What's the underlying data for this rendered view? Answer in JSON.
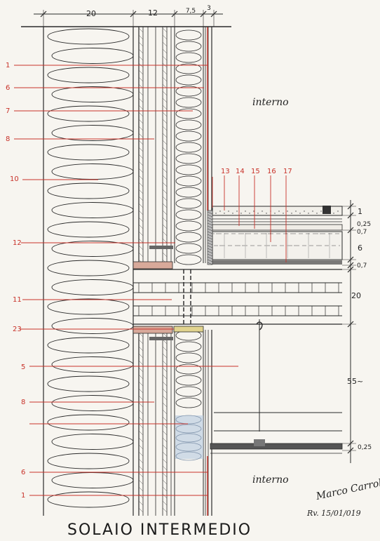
{
  "title": "SOLAIO INTERMEDIO",
  "room_labels": {
    "top": "interno",
    "bottom": "interno"
  },
  "signature": "Marco Carrola",
  "revision": "Rv. 15/01/019",
  "top_dims": [
    "20",
    "12",
    "7,5",
    "3"
  ],
  "right_dims": [
    "1",
    "0,25",
    "0,7",
    "6",
    "0,7",
    "20",
    "55~",
    "0,25"
  ],
  "callouts": {
    "left": [
      "1",
      "6",
      "7",
      "8",
      "10",
      "12",
      "11",
      "23",
      "5",
      "8",
      "6",
      "1"
    ],
    "top": [
      "13",
      "14",
      "15",
      "16",
      "17"
    ]
  },
  "colors": {
    "ink": "#2a2a2a",
    "callout": "#c8322a",
    "insulation_blue": "#bccde0",
    "paper": "#f7f5f0"
  }
}
